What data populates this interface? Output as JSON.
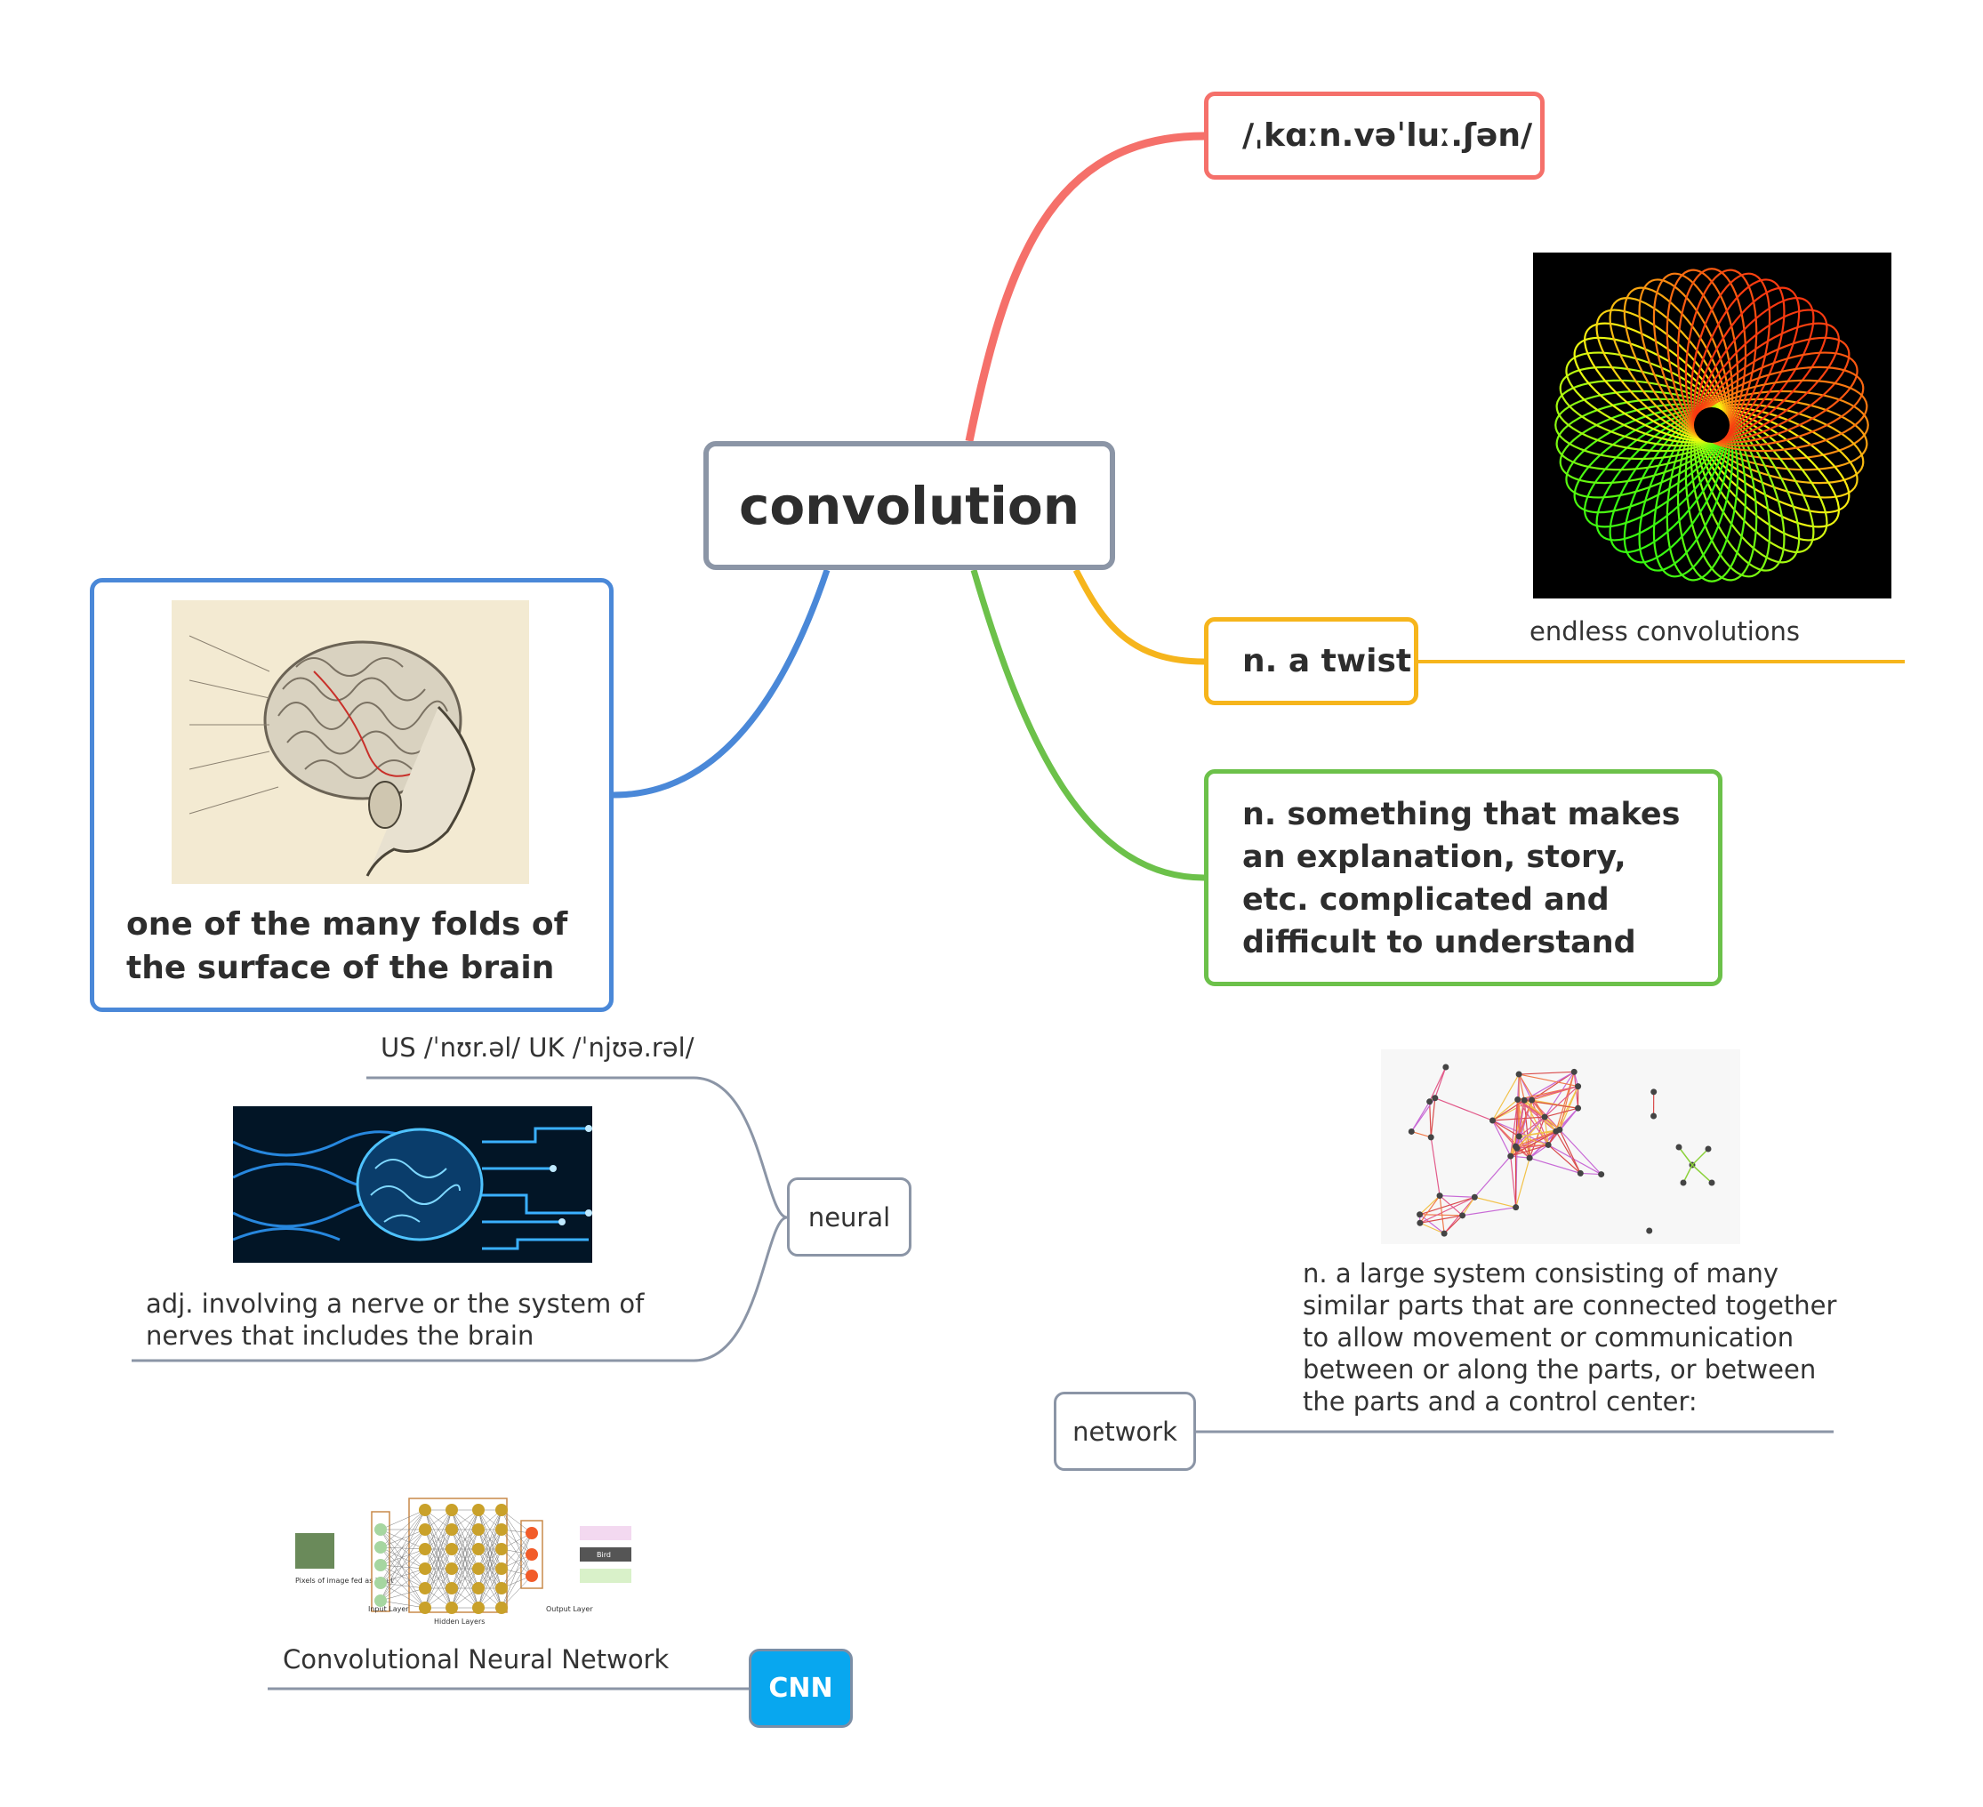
{
  "central": {
    "title": "convolution"
  },
  "topics": {
    "pronunciation": "/ˌkɑːn.vəˈluː.ʃən/",
    "twist": "n. a twist",
    "twist_caption": "endless convolutions",
    "complication": "n. something that makes an explanation, story, etc. complicated and difficult to understand",
    "brain_fold": "one of the many folds of the surface of the brain"
  },
  "neural": {
    "label": "neural",
    "pronunciation": "US  /ˈnʊr.əl/ UK  /ˈnjʊə.rəl/",
    "definition": "adj. involving a nerve or the system of nerves that includes the brain"
  },
  "network": {
    "label": "network",
    "definition": "n. a large system consisting of many similar parts that are connected together to allow movement or communication between or along the parts, or between the parts and a control center:"
  },
  "cnn": {
    "label": "CNN",
    "caption": "Convolutional Neural Network",
    "diagram_labels": {
      "pixels": "Pixels of image fed as input",
      "input_layer": "Input Layer",
      "hidden_layers": "Hidden Layers",
      "output_layer": "Output Layer",
      "output_bird": "Bird"
    }
  },
  "colors": {
    "branch_red": "#f5706a",
    "branch_orange": "#f6b51c",
    "branch_green": "#6cc14a",
    "branch_blue": "#4a88d8",
    "branch_gray": "#8b95a6",
    "cnn_fill": "#08a7ef"
  },
  "images": {
    "spiral": "rainbow-spiral-image",
    "brain_anatomy": "brain-anatomy-illustration",
    "neural_brain": "digital-brain-circuit-image",
    "network": "network-nodes-image",
    "cnn_diagram": "neural-network-layers-diagram"
  }
}
